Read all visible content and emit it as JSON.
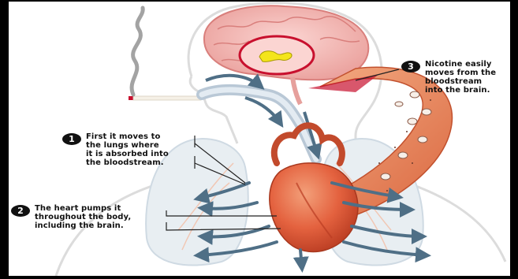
{
  "colors": {
    "background": "#ffffff",
    "frame": "#000000",
    "brain": "#f2b3b0",
    "brain_fold": "#d97f7c",
    "highlight_ring": "#c8102e",
    "nicotine_spot": "#f4e51a",
    "heart": "#e4623f",
    "blood_stream": "#e98a5c",
    "airway": "#b9c8d6",
    "arrow": "#4f6f86",
    "lungs": "#e8eef2",
    "ink": "#111111"
  },
  "callouts": [
    {
      "number": "1",
      "text": "First it moves to\nthe lungs where\nit is absorbed into\nthe bloodstream."
    },
    {
      "number": "2",
      "text": "The heart pumps it\nthroughout the body,\nincluding the brain."
    },
    {
      "number": "3",
      "text": "Nicotine easily\nmoves from the\nbloodstream\ninto the brain."
    }
  ]
}
